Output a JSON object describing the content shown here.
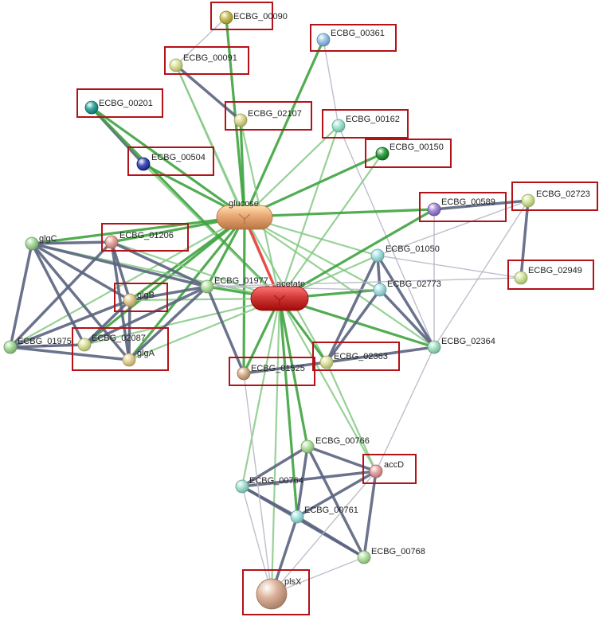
{
  "network": {
    "nodes": [
      {
        "id": "ECBG_00090",
        "label": "ECBG_00090",
        "color": "#c9c25e",
        "highlighted": true
      },
      {
        "id": "ECBG_00361",
        "label": "ECBG_00361",
        "color": "#9fc7ea",
        "highlighted": true
      },
      {
        "id": "ECBG_00091",
        "label": "ECBG_00091",
        "color": "#dde39a",
        "highlighted": true
      },
      {
        "id": "ECBG_00201",
        "label": "ECBG_00201",
        "color": "#3fa9a0",
        "highlighted": true
      },
      {
        "id": "ECBG_02107",
        "label": "ECBG_02107",
        "color": "#dfdb98",
        "highlighted": true
      },
      {
        "id": "ECBG_00162",
        "label": "ECBG_00162",
        "color": "#a6e6d4",
        "highlighted": true
      },
      {
        "id": "ECBG_00150",
        "label": "ECBG_00150",
        "color": "#3fa24e",
        "highlighted": true
      },
      {
        "id": "ECBG_00504",
        "label": "ECBG_00504",
        "color": "#4a55b8",
        "highlighted": true
      },
      {
        "id": "glucose",
        "label": "glucose",
        "color": "#e8a775",
        "highlighted": false
      },
      {
        "id": "ECBG_00589",
        "label": "ECBG_00589",
        "color": "#a88ed8",
        "highlighted": true
      },
      {
        "id": "ECBG_02723",
        "label": "ECBG_02723",
        "color": "#d6e8a0",
        "highlighted": true
      },
      {
        "id": "glgC",
        "label": "glgC",
        "color": "#a9dc9e",
        "highlighted": false
      },
      {
        "id": "ECBG_01206",
        "label": "ECBG_01206",
        "color": "#e9a8a0",
        "highlighted": true
      },
      {
        "id": "ECBG_01050",
        "label": "ECBG_01050",
        "color": "#a9e3e3",
        "highlighted": false
      },
      {
        "id": "ECBG_02949",
        "label": "ECBG_02949",
        "color": "#d6e8a0",
        "highlighted": true
      },
      {
        "id": "ECBG_01977",
        "label": "ECBG_01977",
        "color": "#b8e3a6",
        "highlighted": false
      },
      {
        "id": "glgB",
        "label": "glgB",
        "color": "#e5cf98",
        "highlighted": true
      },
      {
        "id": "acetate",
        "label": "acetate",
        "color": "#d23a3a",
        "highlighted": false
      },
      {
        "id": "ECBG_02773",
        "label": "ECBG_02773",
        "color": "#a9e3e3",
        "highlighted": false
      },
      {
        "id": "ECBG_01975",
        "label": "ECBG_01975",
        "color": "#a9dc9e",
        "highlighted": false
      },
      {
        "id": "ECBG_02087",
        "label": "ECBG_02087",
        "color": "#dfe4a2",
        "highlighted": true
      },
      {
        "id": "glgA",
        "label": "glgA",
        "color": "#e9d59c",
        "highlighted": true
      },
      {
        "id": "ECBG_02364",
        "label": "ECBG_02364",
        "color": "#a9e3c8",
        "highlighted": false
      },
      {
        "id": "ECBG_01525",
        "label": "ECBG_01525",
        "color": "#d9b592",
        "highlighted": true
      },
      {
        "id": "ECBG_02363",
        "label": "ECBG_02363",
        "color": "#dfe4a2",
        "highlighted": true
      },
      {
        "id": "ECBG_00766",
        "label": "ECBG_00766",
        "color": "#b8e3a6",
        "highlighted": false
      },
      {
        "id": "accD",
        "label": "accD",
        "color": "#e9a8a8",
        "highlighted": true
      },
      {
        "id": "ECBG_00764",
        "label": "ECBG_00764",
        "color": "#a9e3d4",
        "highlighted": false
      },
      {
        "id": "ECBG_00761",
        "label": "ECBG_00761",
        "color": "#a9e3e3",
        "highlighted": false
      },
      {
        "id": "ECBG_00768",
        "label": "ECBG_00768",
        "color": "#b8e3a6",
        "highlighted": false
      },
      {
        "id": "plsX",
        "label": "plsX",
        "color": "#dcb39a",
        "highlighted": true
      }
    ],
    "edge_colors": {
      "green": "#3fa33f",
      "light_green": "#85c985",
      "dark": "#5b6480",
      "gray": "#b9b6c6",
      "red": "#f03c3c"
    },
    "edges": [
      {
        "source": "ECBG_00090",
        "target": "ECBG_00091",
        "type": "gray"
      },
      {
        "source": "ECBG_00090",
        "target": "glucose",
        "type": "green"
      },
      {
        "source": "ECBG_00361",
        "target": "glucose",
        "type": "green"
      },
      {
        "source": "ECBG_00361",
        "target": "ECBG_00162",
        "type": "gray"
      },
      {
        "source": "ECBG_00091",
        "target": "ECBG_02107",
        "type": "dark"
      },
      {
        "source": "ECBG_00091",
        "target": "glucose",
        "type": "light_green"
      },
      {
        "source": "ECBG_00091",
        "target": "acetate",
        "type": "light_green"
      },
      {
        "source": "ECBG_00201",
        "target": "ECBG_00504",
        "type": "dark"
      },
      {
        "source": "ECBG_00201",
        "target": "glucose",
        "type": "green"
      },
      {
        "source": "ECBG_00201",
        "target": "acetate",
        "type": "green"
      },
      {
        "source": "ECBG_02107",
        "target": "glucose",
        "type": "green"
      },
      {
        "source": "ECBG_02107",
        "target": "acetate",
        "type": "light_green"
      },
      {
        "source": "ECBG_00162",
        "target": "glucose",
        "type": "light_green"
      },
      {
        "source": "ECBG_00162",
        "target": "acetate",
        "type": "light_green"
      },
      {
        "source": "ECBG_00162",
        "target": "ECBG_02364",
        "type": "gray"
      },
      {
        "source": "ECBG_00150",
        "target": "glucose",
        "type": "green"
      },
      {
        "source": "ECBG_00150",
        "target": "acetate",
        "type": "light_green"
      },
      {
        "source": "ECBG_00504",
        "target": "glucose",
        "type": "green"
      },
      {
        "source": "ECBG_00504",
        "target": "acetate",
        "type": "light_green"
      },
      {
        "source": "glucose",
        "target": "acetate",
        "type": "red"
      },
      {
        "source": "glucose",
        "target": "ECBG_00589",
        "type": "green"
      },
      {
        "source": "glucose",
        "target": "glgC",
        "type": "green"
      },
      {
        "source": "glucose",
        "target": "ECBG_01206",
        "type": "green"
      },
      {
        "source": "glucose",
        "target": "glgB",
        "type": "green"
      },
      {
        "source": "glucose",
        "target": "glgA",
        "type": "green"
      },
      {
        "source": "glucose",
        "target": "ECBG_02087",
        "type": "green"
      },
      {
        "source": "glucose",
        "target": "ECBG_01975",
        "type": "light_green"
      },
      {
        "source": "glucose",
        "target": "ECBG_01977",
        "type": "green"
      },
      {
        "source": "glucose",
        "target": "ECBG_01525",
        "type": "green"
      },
      {
        "source": "glucose",
        "target": "ECBG_02363",
        "type": "light_green"
      },
      {
        "source": "glucose",
        "target": "ECBG_01050",
        "type": "light_green"
      },
      {
        "source": "glucose",
        "target": "ECBG_02773",
        "type": "light_green"
      },
      {
        "source": "glucose",
        "target": "ECBG_02364",
        "type": "light_green"
      },
      {
        "source": "acetate",
        "target": "ECBG_00589",
        "type": "green"
      },
      {
        "source": "acetate",
        "target": "ECBG_01050",
        "type": "light_green"
      },
      {
        "source": "acetate",
        "target": "ECBG_02773",
        "type": "green"
      },
      {
        "source": "acetate",
        "target": "ECBG_02364",
        "type": "green"
      },
      {
        "source": "acetate",
        "target": "ECBG_02363",
        "type": "green"
      },
      {
        "source": "acetate",
        "target": "ECBG_01525",
        "type": "green"
      },
      {
        "source": "acetate",
        "target": "ECBG_01977",
        "type": "green"
      },
      {
        "source": "acetate",
        "target": "ECBG_02087",
        "type": "light_green"
      },
      {
        "source": "acetate",
        "target": "glgA",
        "type": "light_green"
      },
      {
        "source": "acetate",
        "target": "glgB",
        "type": "light_green"
      },
      {
        "source": "acetate",
        "target": "ECBG_01206",
        "type": "light_green"
      },
      {
        "source": "acetate",
        "target": "glgC",
        "type": "light_green"
      },
      {
        "source": "acetate",
        "target": "ECBG_00766",
        "type": "green"
      },
      {
        "source": "acetate",
        "target": "ECBG_00764",
        "type": "light_green"
      },
      {
        "source": "acetate",
        "target": "ECBG_00761",
        "type": "green"
      },
      {
        "source": "acetate",
        "target": "accD",
        "type": "light_green"
      },
      {
        "source": "acetate",
        "target": "plsX",
        "type": "light_green"
      },
      {
        "source": "ECBG_00589",
        "target": "ECBG_02723",
        "type": "dark"
      },
      {
        "source": "ECBG_00589",
        "target": "ECBG_02364",
        "type": "gray"
      },
      {
        "source": "ECBG_02723",
        "target": "ECBG_02949",
        "type": "dark"
      },
      {
        "source": "ECBG_02723",
        "target": "ECBG_01050",
        "type": "gray"
      },
      {
        "source": "ECBG_02723",
        "target": "ECBG_02364",
        "type": "gray"
      },
      {
        "source": "ECBG_01050",
        "target": "ECBG_02773",
        "type": "dark"
      },
      {
        "source": "ECBG_01050",
        "target": "ECBG_02364",
        "type": "dark"
      },
      {
        "source": "ECBG_01050",
        "target": "ECBG_02363",
        "type": "dark"
      },
      {
        "source": "ECBG_01050",
        "target": "ECBG_02949",
        "type": "gray"
      },
      {
        "source": "ECBG_02773",
        "target": "ECBG_02364",
        "type": "dark"
      },
      {
        "source": "ECBG_02773",
        "target": "ECBG_02363",
        "type": "dark"
      },
      {
        "source": "ECBG_02364",
        "target": "ECBG_02363",
        "type": "dark"
      },
      {
        "source": "ECBG_02364",
        "target": "accD",
        "type": "gray"
      },
      {
        "source": "ECBG_01525",
        "target": "ECBG_02363",
        "type": "dark"
      },
      {
        "source": "ECBG_01525",
        "target": "ECBG_01977",
        "type": "dark"
      },
      {
        "source": "glgC",
        "target": "ECBG_01206",
        "type": "dark"
      },
      {
        "source": "glgC",
        "target": "glgB",
        "type": "dark"
      },
      {
        "source": "glgC",
        "target": "glgA",
        "type": "dark"
      },
      {
        "source": "glgC",
        "target": "ECBG_01975",
        "type": "dark"
      },
      {
        "source": "glgC",
        "target": "ECBG_02087",
        "type": "dark"
      },
      {
        "source": "glgC",
        "target": "ECBG_01977",
        "type": "dark"
      },
      {
        "source": "ECBG_01206",
        "target": "glgB",
        "type": "dark"
      },
      {
        "source": "ECBG_01206",
        "target": "glgA",
        "type": "dark"
      },
      {
        "source": "ECBG_01206",
        "target": "ECBG_01975",
        "type": "dark"
      },
      {
        "source": "ECBG_01206",
        "target": "ECBG_01977",
        "type": "dark"
      },
      {
        "source": "glgB",
        "target": "glgA",
        "type": "dark"
      },
      {
        "source": "glgB",
        "target": "ECBG_01975",
        "type": "dark"
      },
      {
        "source": "glgB",
        "target": "ECBG_02087",
        "type": "dark"
      },
      {
        "source": "glgB",
        "target": "ECBG_01977",
        "type": "dark"
      },
      {
        "source": "glgA",
        "target": "ECBG_01975",
        "type": "dark"
      },
      {
        "source": "glgA",
        "target": "ECBG_01977",
        "type": "dark"
      },
      {
        "source": "ECBG_02087",
        "target": "ECBG_01975",
        "type": "dark"
      },
      {
        "source": "ECBG_02087",
        "target": "ECBG_01977",
        "type": "dark"
      },
      {
        "source": "ECBG_01977",
        "target": "ECBG_02773",
        "type": "gray"
      },
      {
        "source": "ECBG_01977",
        "target": "ECBG_02949",
        "type": "gray"
      },
      {
        "source": "ECBG_02363",
        "target": "accD",
        "type": "light_green"
      },
      {
        "source": "ECBG_00766",
        "target": "ECBG_00764",
        "type": "dark"
      },
      {
        "source": "ECBG_00766",
        "target": "accD",
        "type": "dark"
      },
      {
        "source": "ECBG_00766",
        "target": "ECBG_00761",
        "type": "dark"
      },
      {
        "source": "ECBG_00766",
        "target": "ECBG_00768",
        "type": "dark"
      },
      {
        "source": "ECBG_00764",
        "target": "accD",
        "type": "dark"
      },
      {
        "source": "ECBG_00764",
        "target": "ECBG_00761",
        "type": "dark"
      },
      {
        "source": "ECBG_00764",
        "target": "ECBG_00768",
        "type": "dark"
      },
      {
        "source": "ECBG_00764",
        "target": "plsX",
        "type": "gray"
      },
      {
        "source": "ECBG_00761",
        "target": "accD",
        "type": "dark"
      },
      {
        "source": "ECBG_00761",
        "target": "ECBG_00768",
        "type": "dark"
      },
      {
        "source": "ECBG_00761",
        "target": "plsX",
        "type": "dark"
      },
      {
        "source": "accD",
        "target": "ECBG_00768",
        "type": "dark"
      },
      {
        "source": "accD",
        "target": "plsX",
        "type": "gray"
      },
      {
        "source": "ECBG_00768",
        "target": "plsX",
        "type": "gray"
      },
      {
        "source": "ECBG_01525",
        "target": "plsX",
        "type": "gray"
      }
    ]
  }
}
